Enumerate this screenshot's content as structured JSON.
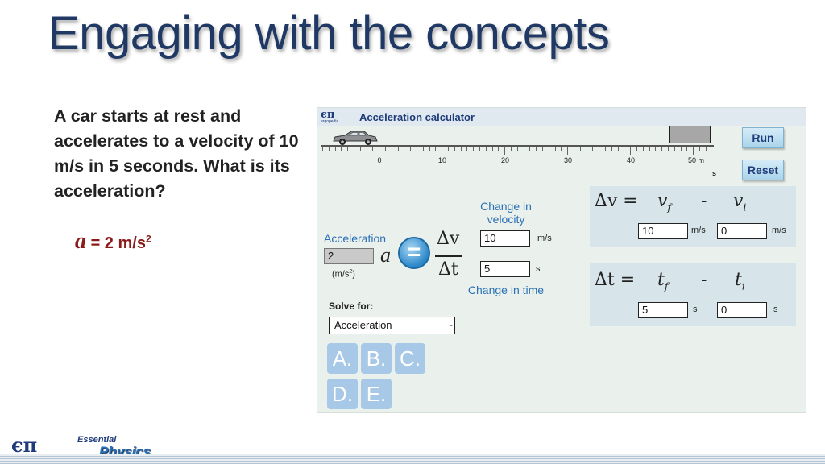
{
  "slide": {
    "title": "Engaging with the concepts",
    "question": "A car starts at rest and accelerates to a velocity of 10 m/s in 5 seconds. What is its acceleration?",
    "answer_var": "a",
    "answer_text": "= 2 m/s",
    "answer_exp": "2"
  },
  "sim": {
    "logo": "єπ",
    "logo_sub": "ergopedia",
    "title": "Acceleration calculator",
    "track": {
      "tick_labels": [
        "0",
        "10",
        "20",
        "30",
        "40",
        "50 m"
      ],
      "unit": "s"
    },
    "buttons": {
      "run": "Run",
      "reset": "Reset"
    },
    "acceleration": {
      "label": "Acceleration",
      "value": "2",
      "unit": "(m/s",
      "unit_exp": "2",
      "unit_close": ")",
      "symbol": "a"
    },
    "equals_symbol": "=",
    "delta_v": "Δv",
    "delta_t": "Δt",
    "change_velocity": {
      "label": "Change in velocity",
      "value": "10",
      "unit": "m/s"
    },
    "change_time": {
      "label": "Change in time",
      "value": "5",
      "unit": "s"
    },
    "solve_for": {
      "label": "Solve for:",
      "selected": "Acceleration",
      "caret": "-"
    },
    "choices": [
      "A.",
      "B.",
      "C.",
      "D.",
      "E."
    ],
    "velocity_eq": {
      "lhs": "Δv =",
      "vf": "v",
      "vf_sub": "f",
      "minus": "-",
      "vi": "v",
      "vi_sub": "i",
      "vf_value": "10",
      "vf_unit": "m/s",
      "vi_value": "0",
      "vi_unit": "m/s"
    },
    "time_eq": {
      "lhs": "Δt =",
      "tf": "t",
      "tf_sub": "f",
      "minus": "-",
      "ti": "t",
      "ti_sub": "i",
      "tf_value": "5",
      "tf_unit": "s",
      "ti_value": "0",
      "ti_unit": "s"
    }
  },
  "footer": {
    "logo": "єπ",
    "logo_sub": "ergopedia",
    "essential": "Essential",
    "physics": "Physics"
  },
  "colors": {
    "title": "#1f3864",
    "answer": "#8b1a1a",
    "accent_blue": "#2b6fb5",
    "panel_bg": "#eaf1ec",
    "eq_box_bg": "#d7e4ea"
  }
}
